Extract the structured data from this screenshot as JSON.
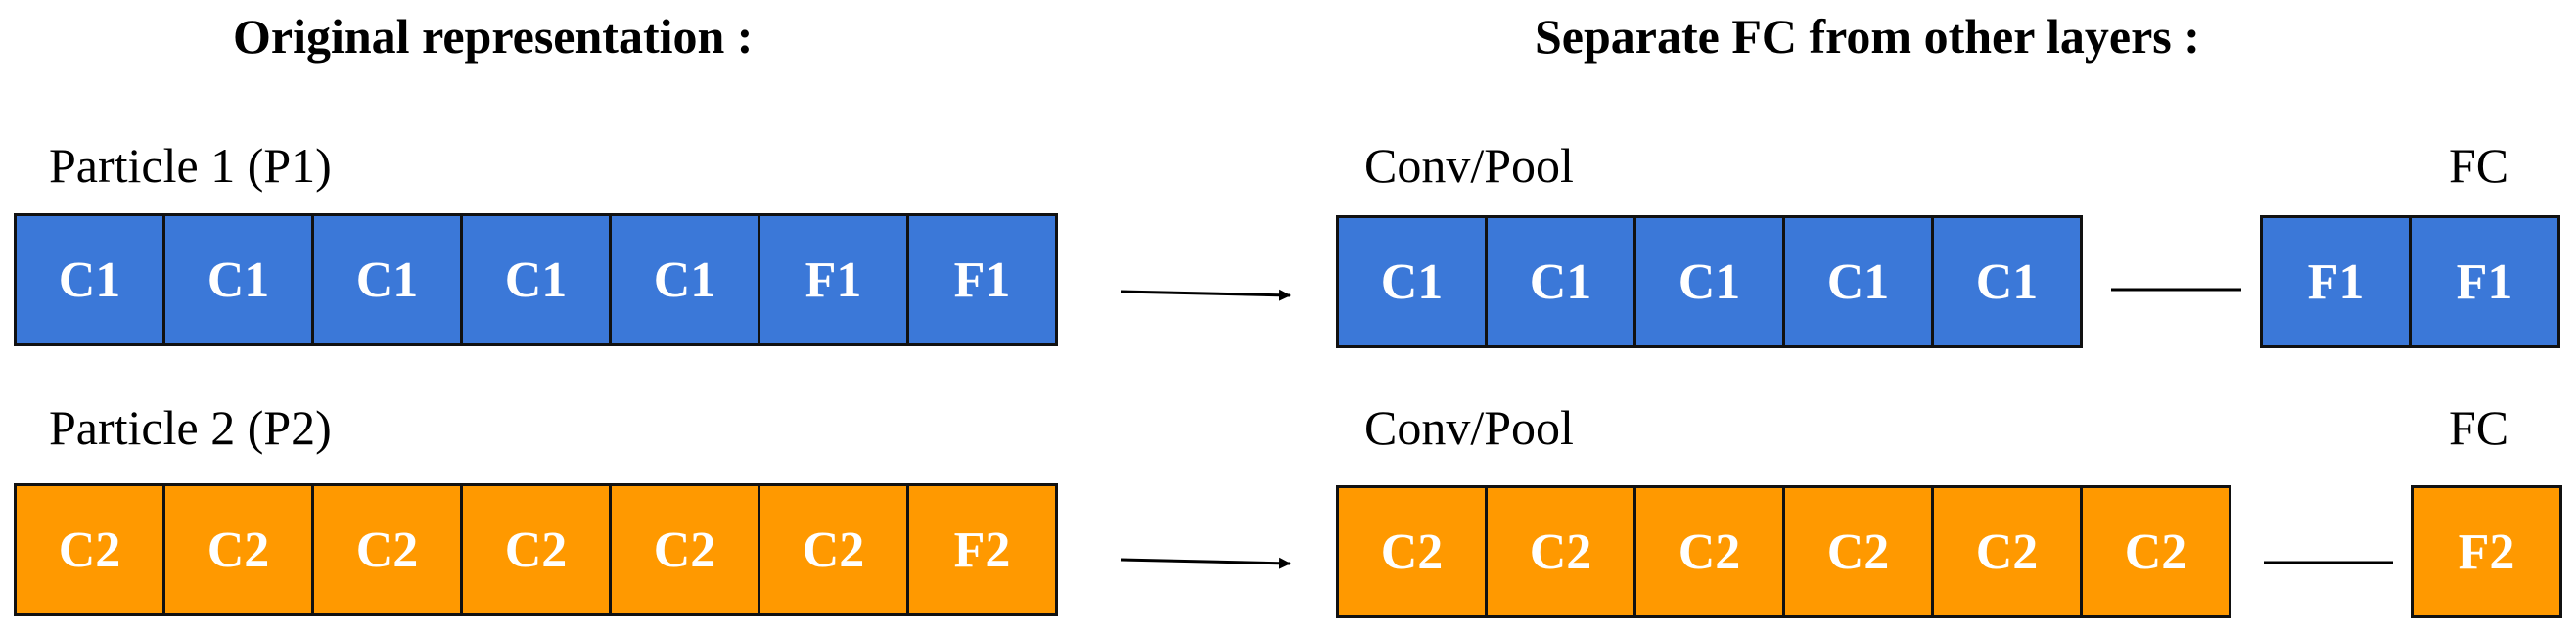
{
  "headings": {
    "left": "Original representation :",
    "right": "Separate FC from other layers :"
  },
  "colors": {
    "particle1": "#3b78d8",
    "particle2": "#ff9900",
    "border": "#111111"
  },
  "particles": [
    {
      "label": "Particle 1 (P1)",
      "cells": [
        "C1",
        "C1",
        "C1",
        "C1",
        "C1",
        "F1",
        "F1"
      ],
      "conv_label": "Conv/Pool",
      "fc_label": "FC",
      "conv_cells": [
        "C1",
        "C1",
        "C1",
        "C1",
        "C1"
      ],
      "fc_cells": [
        "F1",
        "F1"
      ]
    },
    {
      "label": "Particle 2 (P2)",
      "cells": [
        "C2",
        "C2",
        "C2",
        "C2",
        "C2",
        "C2",
        "F2"
      ],
      "conv_label": "Conv/Pool",
      "fc_label": "FC",
      "conv_cells": [
        "C2",
        "C2",
        "C2",
        "C2",
        "C2",
        "C2"
      ],
      "fc_cells": [
        "F2"
      ]
    }
  ]
}
